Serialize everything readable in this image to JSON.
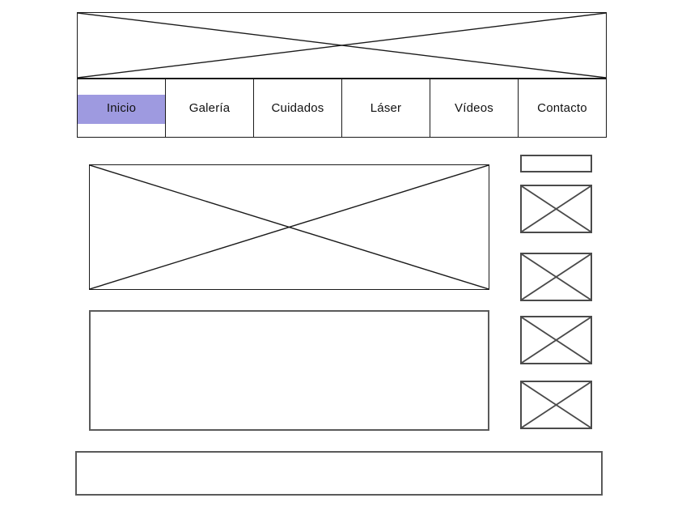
{
  "colors": {
    "accent": "#9e9ae0",
    "line": "#1a1a1a",
    "box-border": "#4a4a4a",
    "panel-border": "#5a5a5a",
    "page-bg": "#ffffff"
  },
  "nav": {
    "items": [
      {
        "label": "Inicio",
        "active": true
      },
      {
        "label": "Galería",
        "active": false
      },
      {
        "label": "Cuidados",
        "active": false
      },
      {
        "label": "Láser",
        "active": false
      },
      {
        "label": "Vídeos",
        "active": false
      },
      {
        "label": "Contacto",
        "active": false
      }
    ]
  },
  "placeholders": {
    "header_banner": "image-placeholder",
    "hero": "image-placeholder",
    "content_panel": "empty-panel",
    "side_label_box": "empty-box",
    "thumbnails": [
      "image-placeholder",
      "image-placeholder",
      "image-placeholder",
      "image-placeholder"
    ],
    "footer": "empty-panel"
  }
}
